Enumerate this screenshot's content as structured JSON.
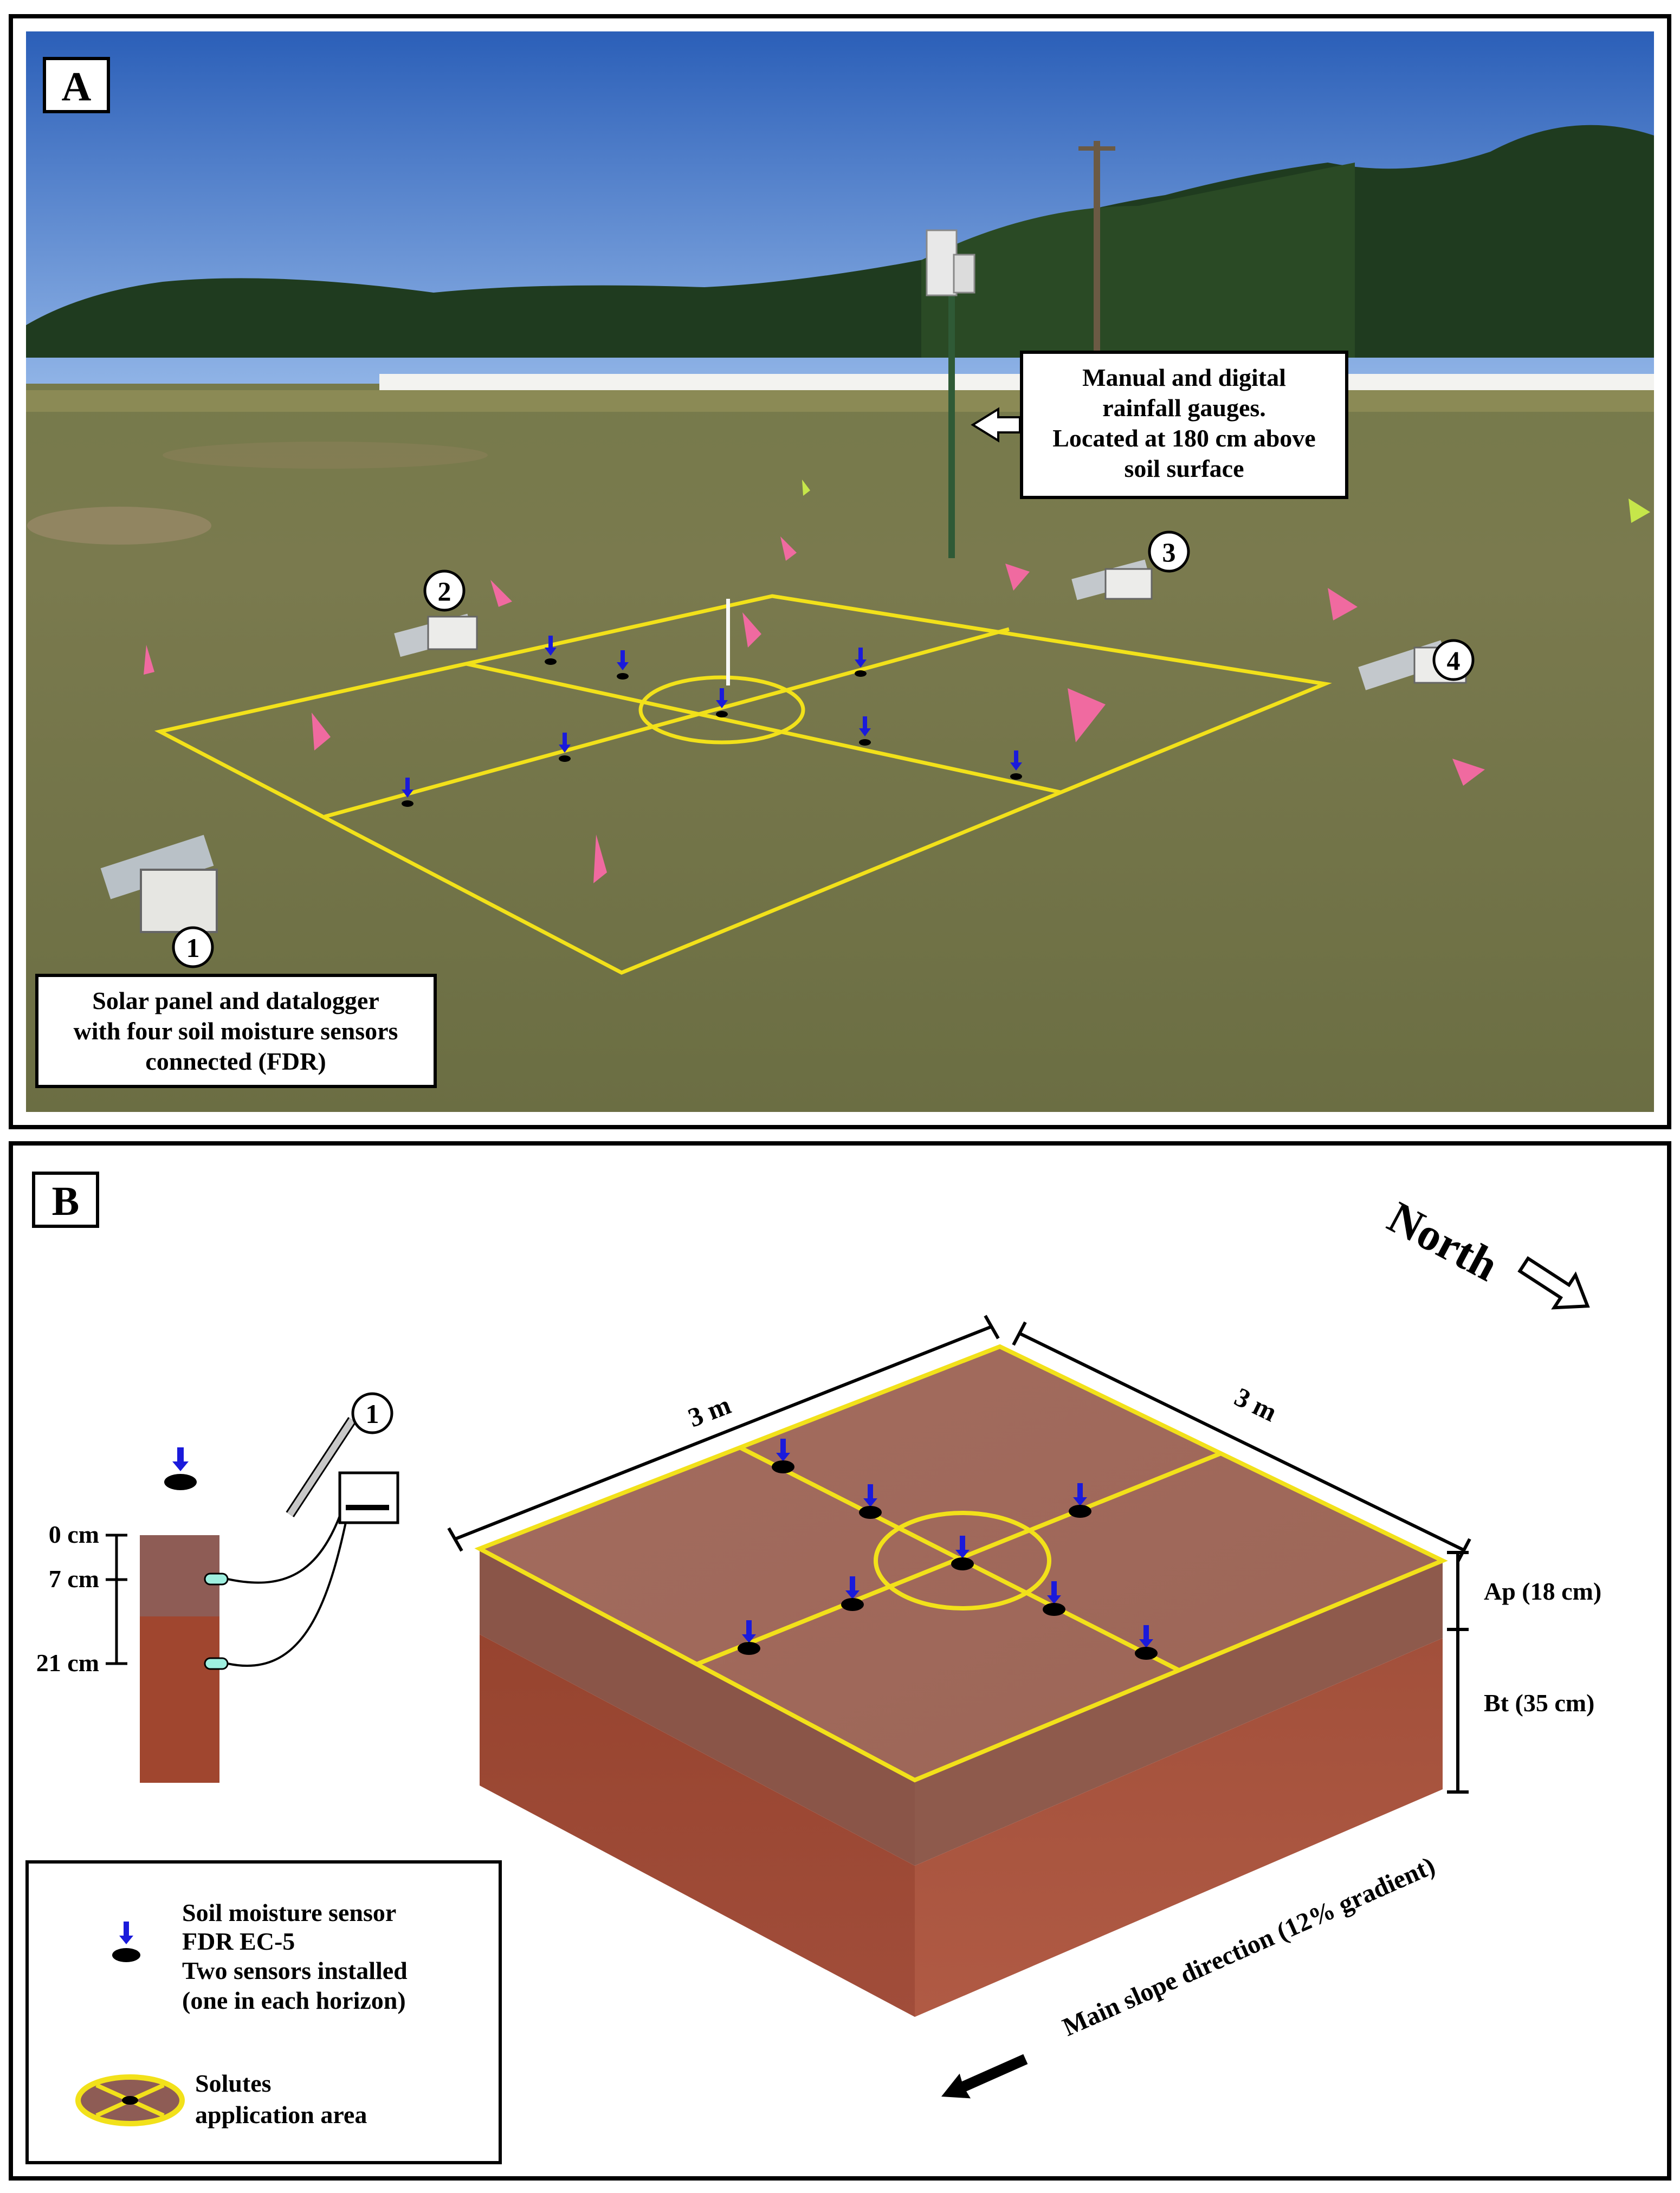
{
  "panel_a": {
    "label": "A",
    "markers": [
      "1",
      "2",
      "3",
      "4"
    ],
    "callout_rain": [
      "Manual and digital",
      "rainfall gauges.",
      "Located at 180 cm above",
      "soil surface"
    ],
    "callout_logger": [
      "Solar panel and datalogger",
      "with four soil moisture sensors",
      "connected (FDR)"
    ]
  },
  "panel_b": {
    "label": "B",
    "north_label": "North",
    "dim_left": "3 m",
    "dim_right": "3 m",
    "horizon_ap": "Ap (18 cm)",
    "horizon_bt": "Bt (35 cm)",
    "slope_label": "Main slope direction (12% gradient)",
    "profile_marker": "1",
    "depths": [
      "0 cm",
      "7 cm",
      "21 cm"
    ],
    "legend_sensor": [
      "Soil moisture sensor",
      "FDR EC-5",
      "Two sensors installed",
      "(one in  each horizon)"
    ],
    "legend_solutes": [
      "Solutes",
      "application area"
    ]
  },
  "colors": {
    "frame_yellow": "#f2e11a",
    "sensor_arrow": "#1a1adb",
    "ap_top": "#a06a5c",
    "ap_side": "#8a5548",
    "bt_side": "#9a4737",
    "profile_ap": "#8e5c55",
    "profile_bt": "#a0462f"
  }
}
